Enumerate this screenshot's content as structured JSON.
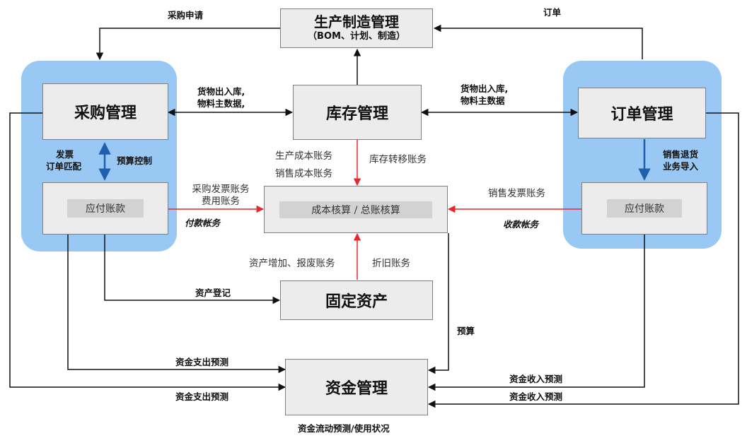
{
  "nodes": {
    "production": {
      "title": "生产制造管理",
      "subtitle": "（BOM、计划、制造）"
    },
    "purchase": {
      "title": "采购管理",
      "sub": "应付账款"
    },
    "inventory": {
      "title": "库存管理"
    },
    "order": {
      "title": "订单管理",
      "sub": "应付账款"
    },
    "cost": {
      "title": "成本核算 / 总账核算"
    },
    "fixed_assets": {
      "title": "固定资产"
    },
    "funds": {
      "title": "资金管理"
    }
  },
  "labels": {
    "purchase_request": "采购申请",
    "order": "订单",
    "goods_in_out_left_1": "货物出入库,",
    "goods_in_out_left_2": "物料主数据,",
    "goods_in_out_right_1": "货物出入库,",
    "goods_in_out_right_2": "物料主数据",
    "invoice": "发票",
    "order_match": "订单匹配",
    "budget_control": "预算控制",
    "sales_return_1": "销售退货",
    "sales_return_2": "业务导入",
    "production_cost": "生产成本账务",
    "sales_cost": "销售成本账务",
    "inventory_transfer": "库存转移账务",
    "purchase_invoice": "采购发票账务",
    "expense": "费用账务",
    "payment": "付款帐务",
    "sales_invoice": "销售发票账务",
    "receipt": "收款帐务",
    "asset_add": "资产增加、报废账务",
    "depreciation": "折旧账务",
    "asset_register": "资产登记",
    "budget": "预算",
    "outflow_forecast_1": "资金支出预测",
    "outflow_forecast_2": "资金支出预测",
    "inflow_forecast_1": "资金收入预测",
    "inflow_forecast_2": "资金收入预测",
    "cashflow_status": "资金流动预测/使用状况"
  },
  "colors": {
    "line": "#111111",
    "red": "#e8262c",
    "blue": "#1f5fb0",
    "group": "#99c8f4",
    "box": "#ececec",
    "inner": "#d2d2d2"
  }
}
